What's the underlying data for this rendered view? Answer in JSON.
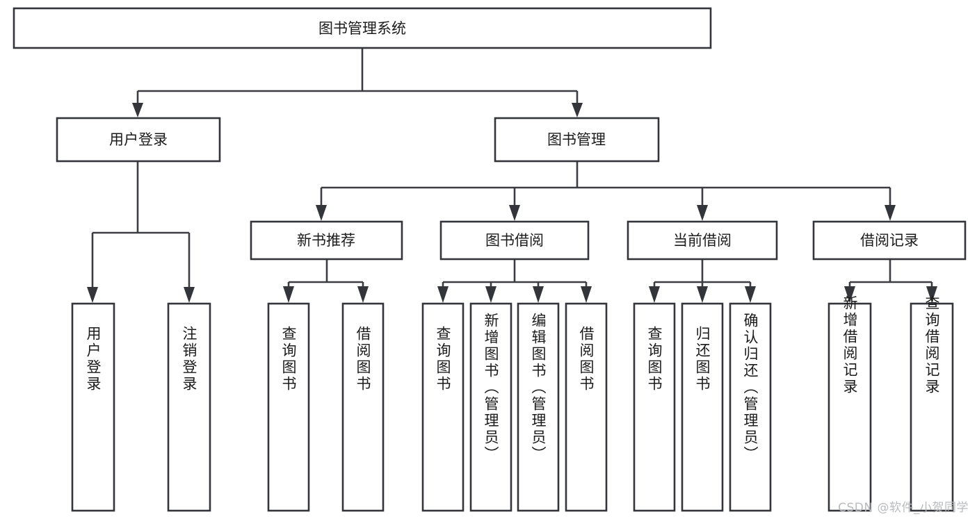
{
  "diagram": {
    "type": "tree",
    "title": "图书管理系统",
    "watermark": "CSDN @软件_小贺同学",
    "colors": {
      "box_stroke": "#33353a",
      "connector": "#3b3d42",
      "background": "#ffffff",
      "text": "#1b1b1b",
      "watermark": "#b9bbbe"
    },
    "levels": {
      "root": {
        "label": "图书管理系统"
      },
      "level2": [
        {
          "label": "用户登录"
        },
        {
          "label": "图书管理"
        }
      ],
      "level3": [
        {
          "label": "新书推荐"
        },
        {
          "label": "图书借阅"
        },
        {
          "label": "当前借阅"
        },
        {
          "label": "借阅记录"
        }
      ],
      "leaves": {
        "user_login": [
          {
            "label": "用户登录"
          },
          {
            "label": "注销登录"
          }
        ],
        "new_book_recommend": [
          {
            "label": "查询图书"
          },
          {
            "label": "借阅图书"
          }
        ],
        "book_borrow": [
          {
            "label": "查询图书"
          },
          {
            "label": "新增图书（管理员）"
          },
          {
            "label": "编辑图书（管理员）"
          },
          {
            "label": "借阅图书"
          }
        ],
        "current_borrow": [
          {
            "label": "查询图书"
          },
          {
            "label": "归还图书"
          },
          {
            "label": "确认归还（管理员）"
          }
        ],
        "borrow_record": [
          {
            "label": "新增借阅记录"
          },
          {
            "label": "查询借阅记录"
          }
        ]
      }
    }
  }
}
